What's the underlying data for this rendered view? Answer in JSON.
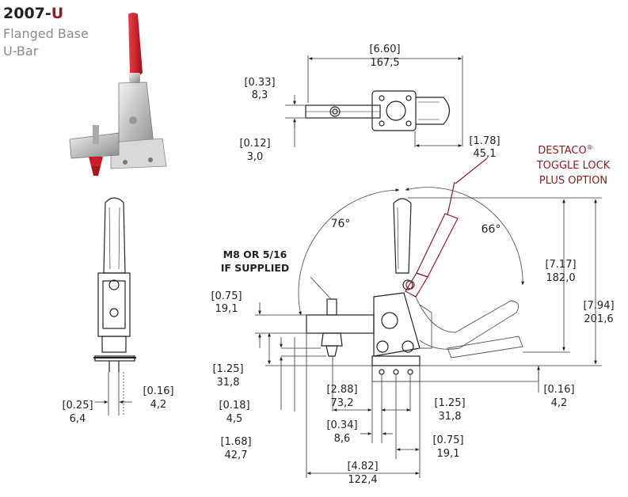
{
  "header": {
    "model_prefix": "2007-",
    "model_suffix": "U",
    "line1": "Flanged Base",
    "line2": "U-Bar"
  },
  "callouts": {
    "option_line1": "DESTACO",
    "option_reg": "®",
    "option_line2": "TOGGLE LOCK",
    "option_line3": "PLUS OPTION",
    "thread_line1": "M8 OR 5/16",
    "thread_line2": "IF SUPPLIED",
    "angle_open": "76°",
    "angle_close": "66°"
  },
  "dims": {
    "top_width_in": "[6.60]",
    "top_width_mm": "167,5",
    "slot_w_in": "[0.33]",
    "slot_w_mm": "8,3",
    "slot_off_in": "[0.12]",
    "slot_off_mm": "3,0",
    "handle_w_in": "[1.78]",
    "handle_w_mm": "45,1",
    "bar_h_in": "[0.75]",
    "bar_h_mm": "19,1",
    "h_open_in": "[7.17]",
    "h_open_mm": "182,0",
    "h_total_in": "[7.94]",
    "h_total_mm": "201,6",
    "base_h_in": "[1.25]",
    "base_h_mm": "31,8",
    "base_t_in": "[0.16]",
    "base_t_mm": "4,2",
    "spindle_off_in": "[0.18]",
    "spindle_off_mm": "4,5",
    "spindle_h_in": "[1.68]",
    "spindle_h_mm": "42,7",
    "reach_in": "[2.88]",
    "reach_mm": "73,2",
    "hole_off_in": "[0.34]",
    "hole_off_mm": "8,6",
    "overall_len_in": "[4.82]",
    "overall_len_mm": "122,4",
    "hole_sp1_in": "[1.25]",
    "hole_sp1_mm": "31,8",
    "hole_sp2_in": "[0.75]",
    "hole_sp2_mm": "19,1",
    "side_w1_in": "[0.25]",
    "side_w1_mm": "6,4",
    "side_w2_in": "[0.16]",
    "side_w2_mm": "4,2"
  },
  "colors": {
    "accent": "#8b1d24",
    "handle_red": "#c8202a",
    "metal": "#c9c9c9",
    "line": "#222222",
    "dim": "#333333"
  }
}
